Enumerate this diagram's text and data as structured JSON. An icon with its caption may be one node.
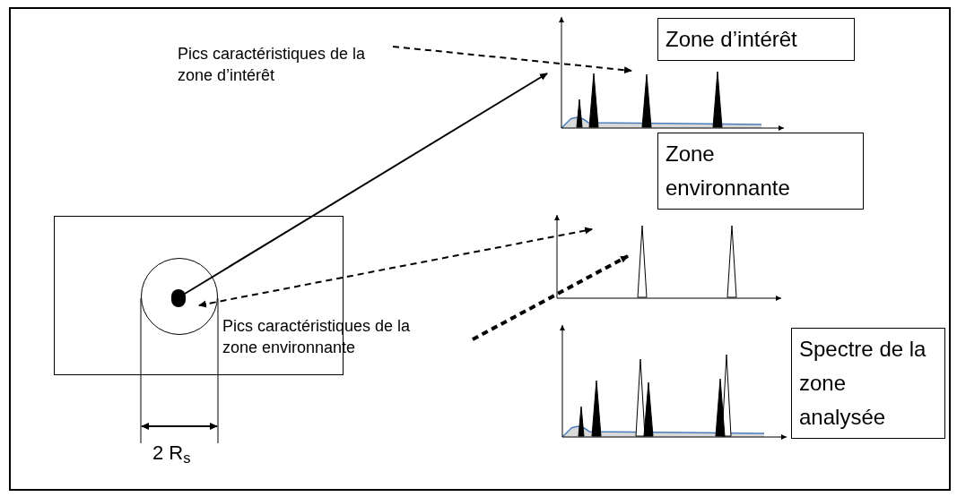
{
  "diagram": {
    "nodes": [
      {
        "text": [],
        "shape": "box"
      },
      {
        "text": [],
        "shape": "circle",
        "in": 0
      },
      {
        "text": [],
        "shape": "circle",
        "in": 1
      },
      {
        "text": [
          "Pics caractéristiques de la zone d’intérêt"
        ]
      },
      {
        "text": [],
        "shape": "picture"
      },
      {
        "text": [
          "Zone d’intérêt"
        ]
      },
      {
        "text": [],
        "shape": "picture"
      },
      {
        "text": [
          "Zone environnante"
        ]
      },
      {
        "text": [
          "Pics caractéristiques de la zone environnante"
        ]
      },
      {
        "text": [],
        "shape": "picture"
      },
      {
        "text": [
          "Spectre de la zone analysée"
        ]
      }
    ],
    "edges": [
      {
        "from": 3,
        "to": 4,
        "arrow": "to",
        "style": "dashed"
      },
      {
        "from": 2,
        "to": 4,
        "arrow": "to"
      },
      {
        "from": 2,
        "to": 6,
        "arrow": "both",
        "style": "dashed"
      },
      {
        "from": 8,
        "to": 6,
        "arrow": "to",
        "style": "dashed"
      }
    ],
    "labels": [
      "2 R$_{s}$"
    ]
  }
}
